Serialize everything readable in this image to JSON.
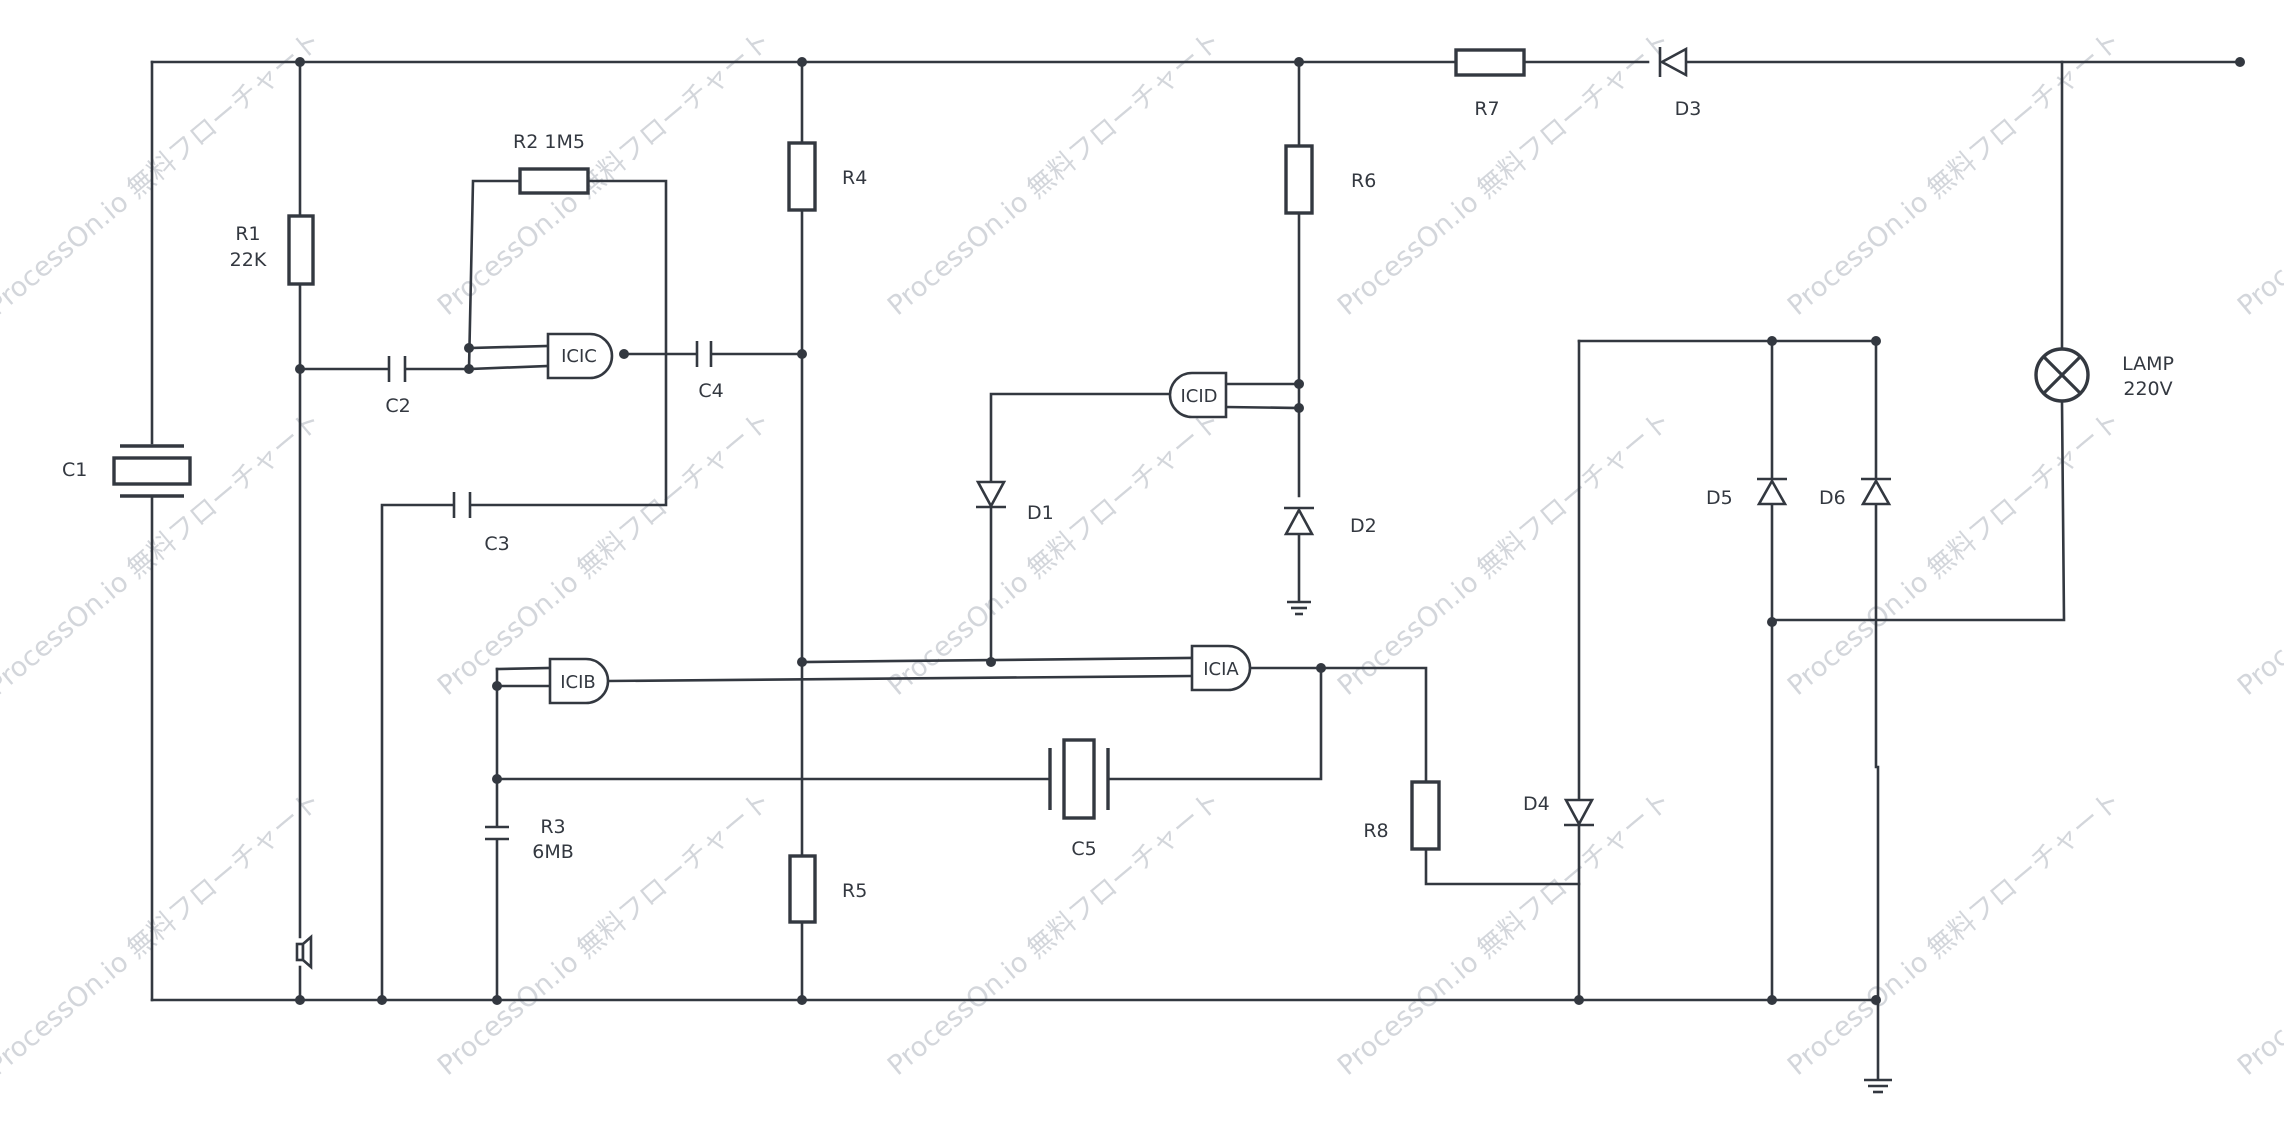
{
  "watermark": "ProcessOn.io 無料フローチャート",
  "labels": {
    "c1": "C1",
    "r1": "R1",
    "r1_val": "22K",
    "r2": "R2 1M5",
    "c2": "C2",
    "c3": "C3",
    "c4": "C4",
    "r3": "R3",
    "r3_val": "6MB",
    "r4": "R4",
    "r5": "R5",
    "r6": "R6",
    "r7": "R7",
    "r8": "R8",
    "d1": "D1",
    "d2": "D2",
    "d3": "D3",
    "d4": "D4",
    "d5": "D5",
    "d6": "D6",
    "c5": "C5",
    "lamp": "LAMP",
    "lamp_val": "220V"
  },
  "gates": {
    "icic": "ICIC",
    "icid": "ICID",
    "icib": "ICIB",
    "icia": "ICIA"
  }
}
